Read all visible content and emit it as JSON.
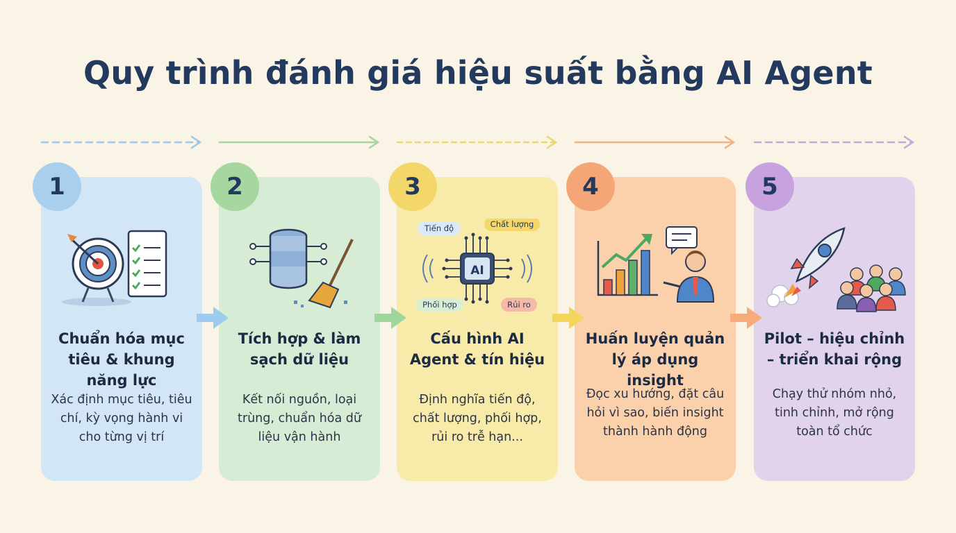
{
  "title": "Quy trình đánh giá hiệu suất bằng AI Agent",
  "colors": {
    "background": "#f9f4e6",
    "title": "#23395d",
    "step1": "#d3e6f5",
    "step2": "#d6ecd4",
    "step3": "#f8eaa8",
    "step4": "#fbd1ac",
    "step5": "#e2d3ec"
  },
  "steps": [
    {
      "number": "1",
      "title": "Chuẩn hóa mục tiêu & khung năng lực",
      "desc": "Xác định mục tiêu, tiêu chí, kỳ vọng hành vi cho từng vị trí",
      "icon": "target-checklist-icon"
    },
    {
      "number": "2",
      "title": "Tích hợp & làm sạch dữ liệu",
      "desc": "Kết nối nguồn, loại trùng, chuẩn hóa dữ liệu vận hành",
      "icon": "database-broom-icon"
    },
    {
      "number": "3",
      "title": "Cấu hình AI Agent & tín hiệu",
      "desc": "Định nghĩa tiến độ, chất lượng, phối hợp, rủi ro trễ hạn...",
      "icon": "ai-chip-icon",
      "chip_label": "AI",
      "tags": [
        "Tiến độ",
        "Chất lượng",
        "Phối hợp",
        "Rủi ro"
      ]
    },
    {
      "number": "4",
      "title": "Huấn luyện quản lý áp dụng insight",
      "desc": "Đọc xu hướng, đặt câu hỏi vì sao, biến insight thành hành động",
      "icon": "growth-chart-presenter-icon"
    },
    {
      "number": "5",
      "title": "Pilot – hiệu chỉnh – triển khai rộng",
      "desc": "Chạy thử nhóm nhỏ, tinh chỉnh, mở rộng toàn tổ chức",
      "icon": "rocket-team-icon"
    }
  ]
}
